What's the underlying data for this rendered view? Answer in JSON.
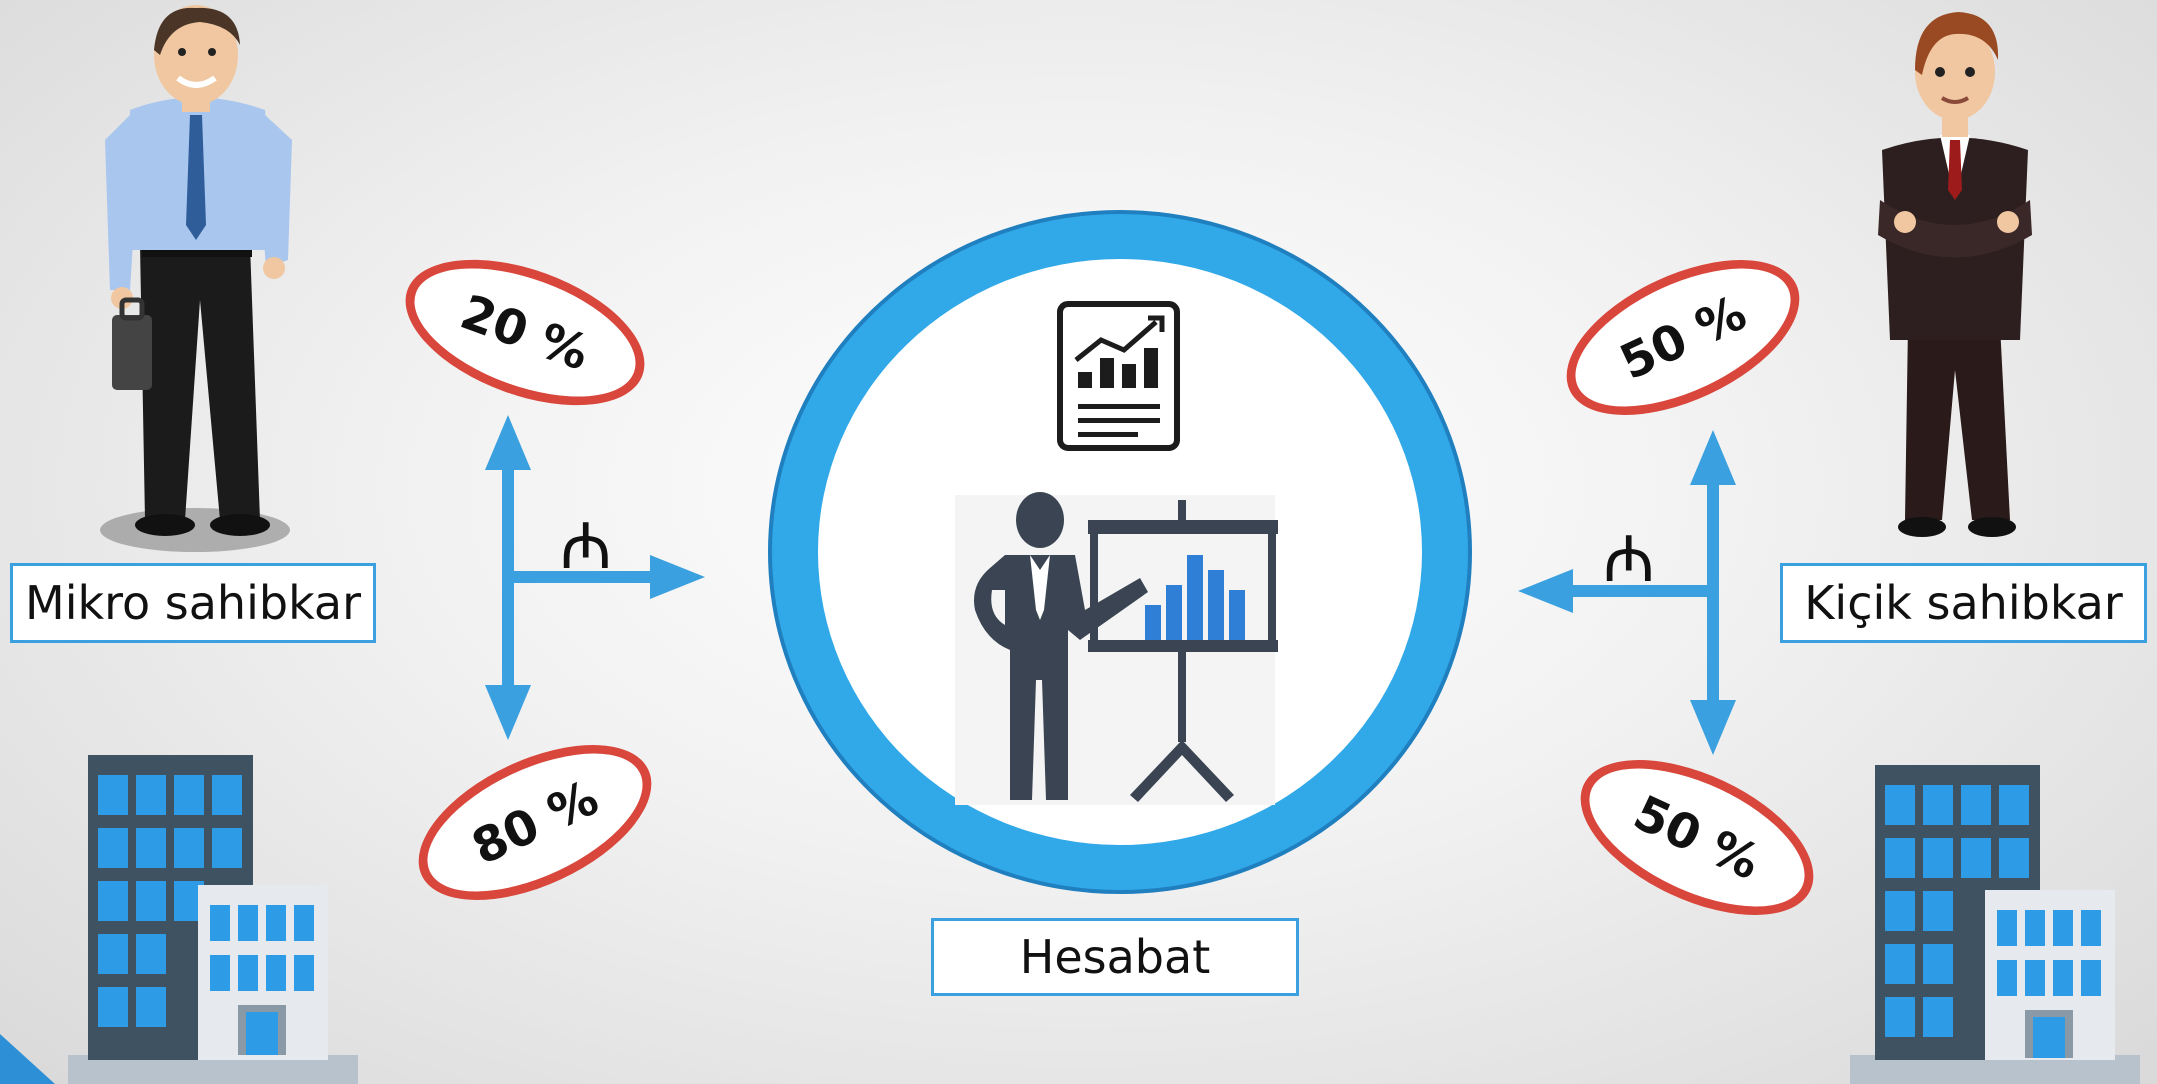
{
  "left": {
    "label": "Mikro sahibkar",
    "percent_top": "20 %",
    "percent_bottom": "80 %",
    "currency_symbol": "₼"
  },
  "right": {
    "label": "Kiçik sahibkar",
    "percent_top": "50 %",
    "percent_bottom": "50 %",
    "currency_symbol": "₼"
  },
  "center": {
    "label": "Hesabat"
  },
  "colors": {
    "arrow_blue": "#3aa0df",
    "ring_blue": "#31a8e8",
    "ellipse_red": "#d9463b",
    "figure_dark": "#3a4452",
    "chart_blue": "#2f7fd6"
  },
  "icons": {
    "left_person": "businessman-with-briefcase",
    "right_person": "businessman-arms-crossed",
    "center_presenter": "presenter-with-chart-board",
    "report": "report-document-icon",
    "buildings": "office-building-icon"
  }
}
